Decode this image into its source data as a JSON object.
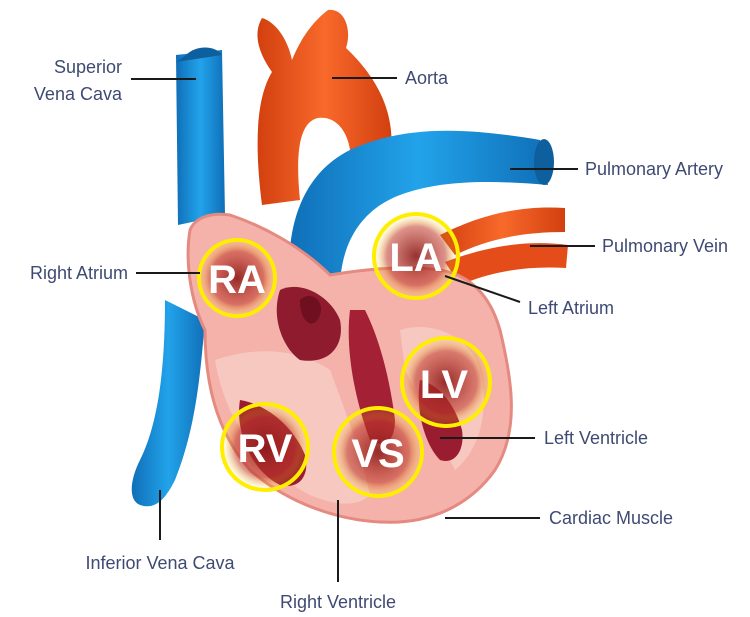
{
  "labels": {
    "superior_vena_cava_line1": "Superior",
    "superior_vena_cava_line2": "Vena Cava",
    "aorta": "Aorta",
    "pulmonary_artery": "Pulmonary Artery",
    "pulmonary_vein": "Pulmonary Vein",
    "right_atrium": "Right Atrium",
    "left_atrium": "Left Atrium",
    "left_ventricle": "Left Ventricle",
    "cardiac_muscle": "Cardiac Muscle",
    "inferior_vena_cava": "Inferior Vena Cava",
    "right_ventricle": "Right Ventricle"
  },
  "markers": {
    "ra": "RA",
    "la": "LA",
    "lv": "LV",
    "rv": "RV",
    "vs": "VS"
  },
  "colors": {
    "vein_blue": "#1a8fd6",
    "artery_red": "#f05a1e",
    "muscle_pink": "#f2a7a0",
    "chamber_dark": "#8e1b2e",
    "highlight_yellow": "#ffee00",
    "label_text": "#3f4a74"
  }
}
